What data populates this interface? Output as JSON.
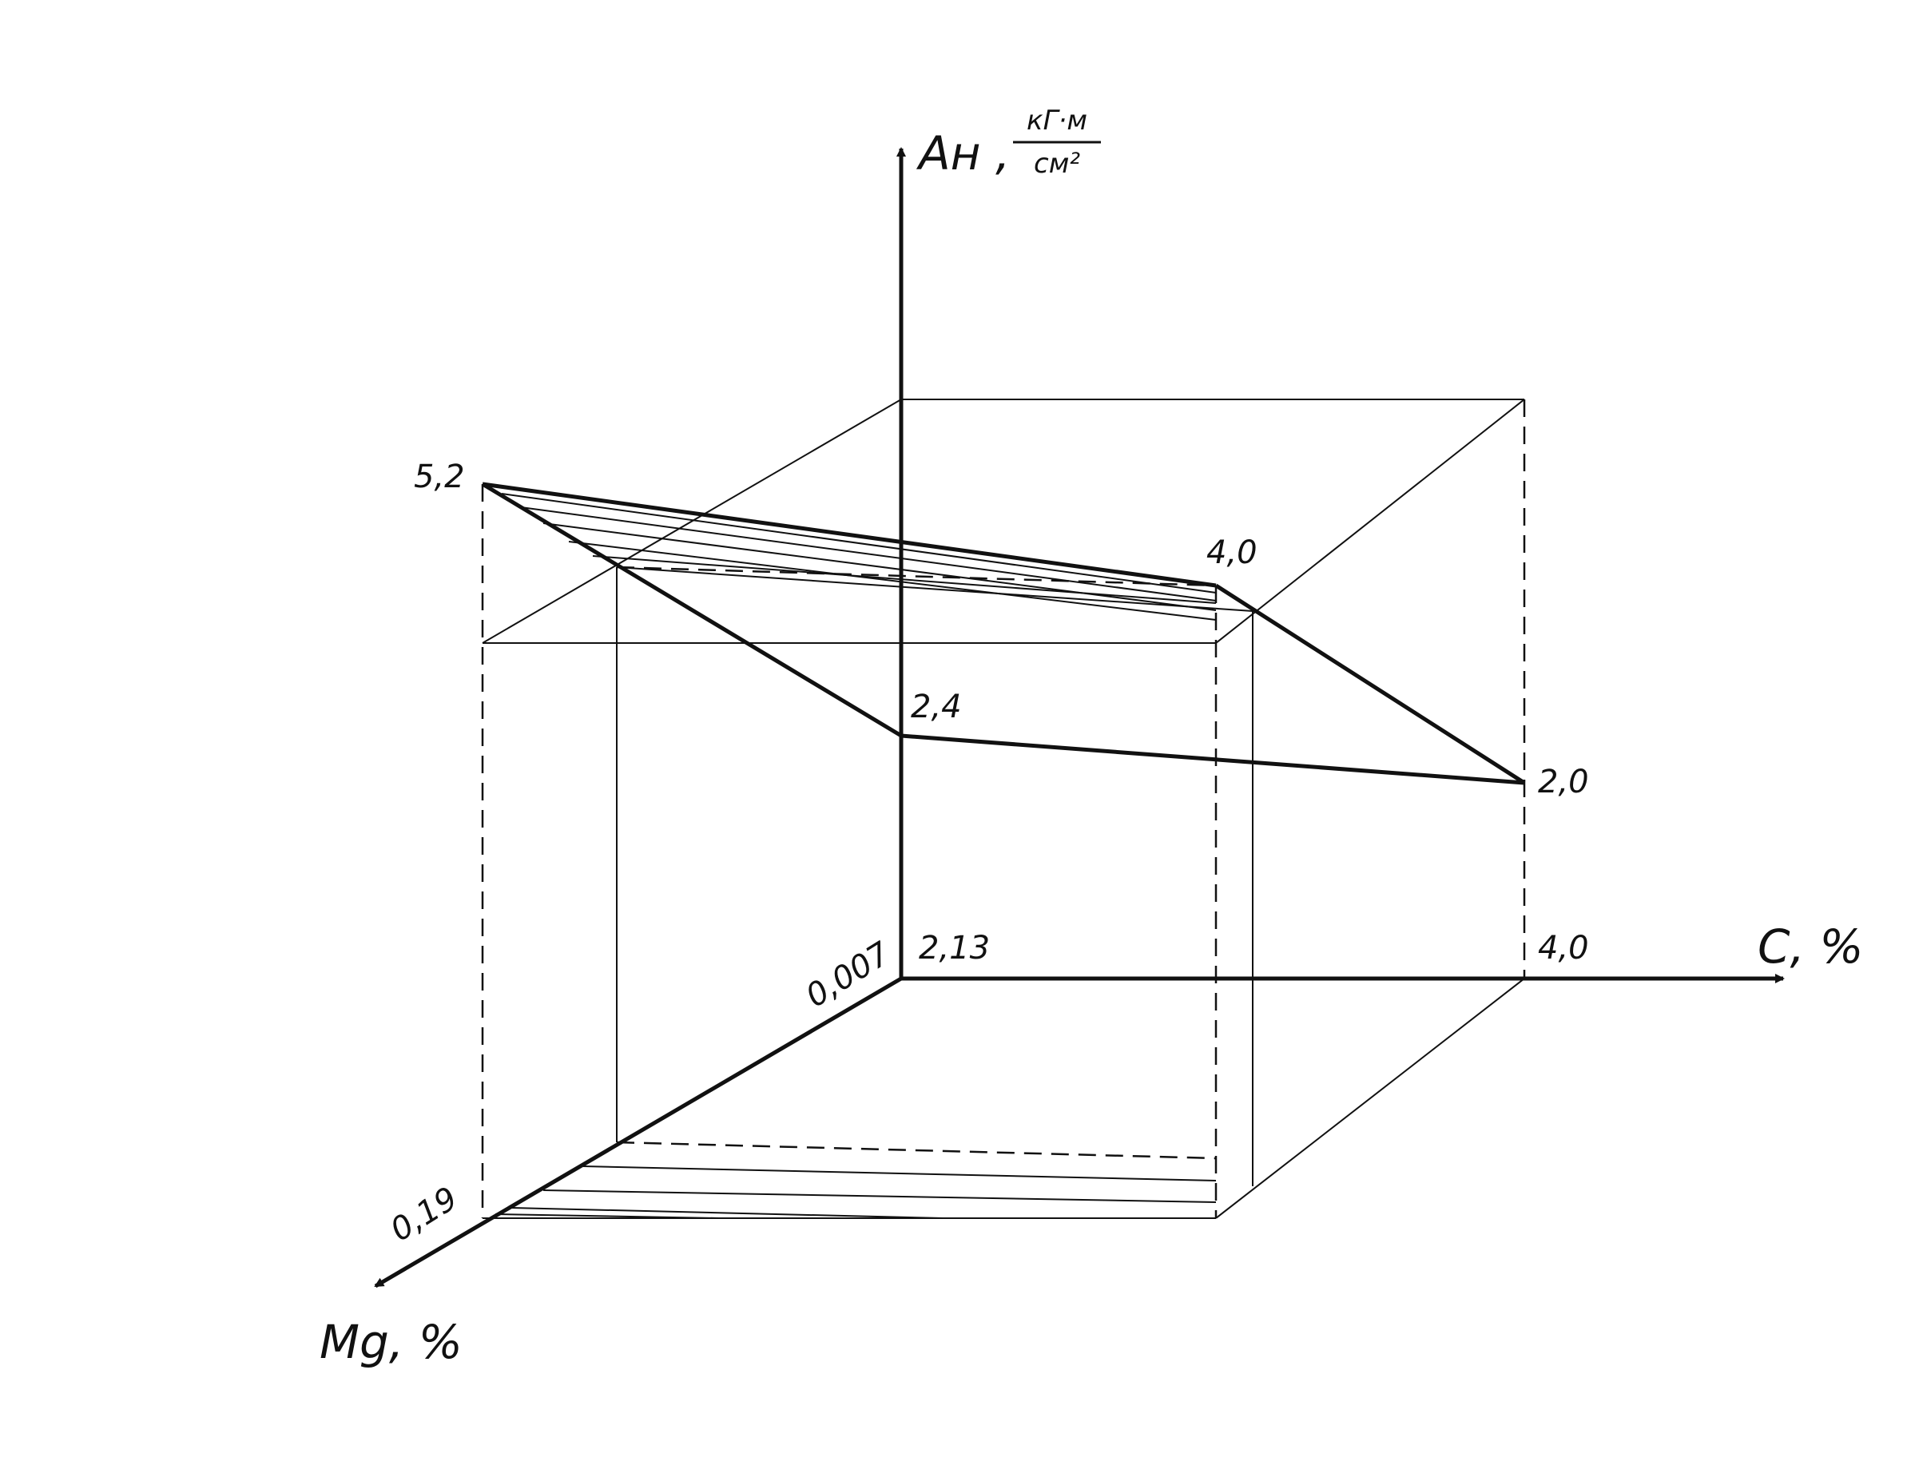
{
  "axes": {
    "vertical": {
      "name": "Aн ,",
      "unit_numerator": "кГ·м",
      "unit_denominator": "см²"
    },
    "horizontal": {
      "name": "C, %"
    },
    "depth": {
      "name": "Mg, %"
    }
  },
  "tick_labels": {
    "c_min": "2,13",
    "c_max": "4,0",
    "mg_min": "0,007",
    "mg_max": "0,19"
  },
  "value_labels": {
    "v_c_min_mg_min": "2,4",
    "v_c_max_mg_min": "2,0",
    "v_c_min_mg_max": "5,2",
    "v_c_max_mg_max": "4,0"
  },
  "chart_data": {
    "type": "surface-3d",
    "x_axis": "C, %",
    "y_axis": "Mg, %",
    "z_axis": "Aн, кГ·м/см²",
    "x_range": [
      2.13,
      4.0
    ],
    "y_range": [
      0.007,
      0.19
    ],
    "points": [
      {
        "C": 2.13,
        "Mg": 0.007,
        "An": 2.4
      },
      {
        "C": 4.0,
        "Mg": 0.007,
        "An": 2.0
      },
      {
        "C": 2.13,
        "Mg": 0.19,
        "An": 5.2
      },
      {
        "C": 4.0,
        "Mg": 0.19,
        "An": 4.0
      }
    ]
  }
}
